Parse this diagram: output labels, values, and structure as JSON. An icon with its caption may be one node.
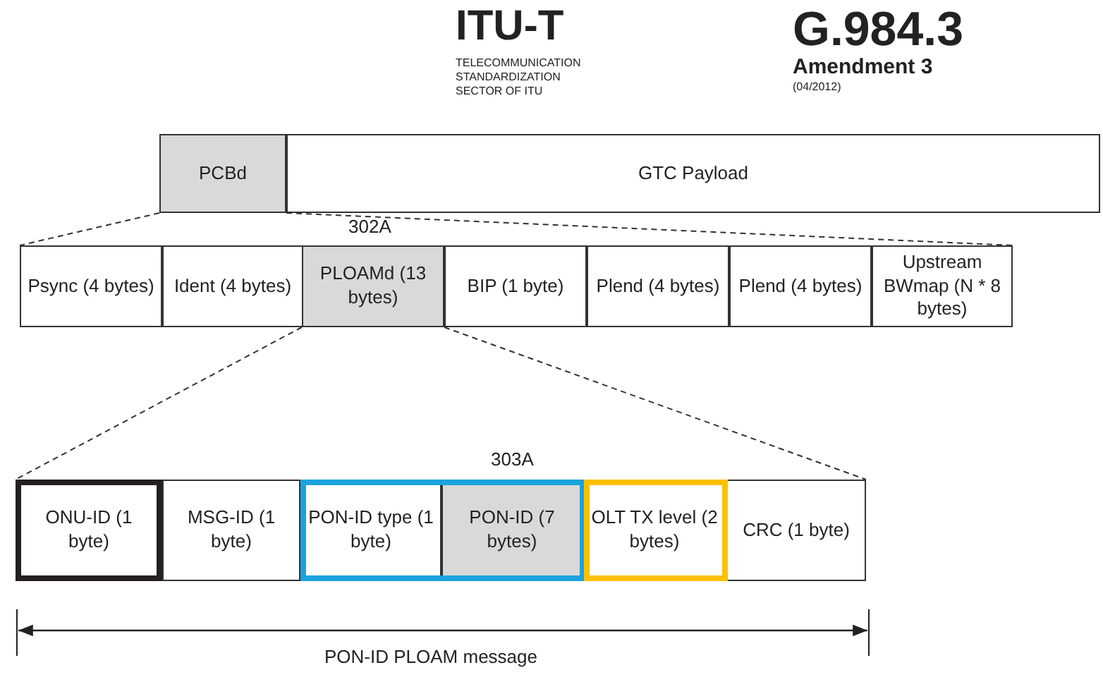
{
  "diagram": {
    "nodes": [
      {
        "text": [
          "PCBd"
        ]
      },
      {
        "text": [
          "GTC Payload"
        ]
      },
      {
        "text": [
          "Psync (4 bytes)"
        ]
      },
      {
        "text": [
          "Ident (4 bytes)"
        ]
      },
      {
        "text": [
          "PLOAMd (13 bytes)"
        ]
      },
      {
        "text": [
          "BIP (1 byte)"
        ]
      },
      {
        "text": [
          "Plend (4 bytes)"
        ]
      },
      {
        "text": [
          "Plend (4 bytes)"
        ]
      },
      {
        "text": [
          "Upstream BWmap (N * 8 bytes)"
        ]
      },
      {
        "text": [
          "ONU-ID (1 byte)"
        ]
      },
      {
        "text": [
          "MSG-ID (1 byte)"
        ]
      },
      {
        "text": [
          "PON-ID type (1 byte)"
        ]
      },
      {
        "text": [
          "PON-ID (7 bytes)"
        ]
      },
      {
        "text": [
          "OLT TX level (2 bytes)"
        ]
      },
      {
        "text": [
          "CRC (1 byte)"
        ]
      }
    ],
    "edges": [
      {
        "from": 0,
        "to": 2,
        "arrow": "none",
        "style": "dashed"
      },
      {
        "from": 0,
        "to": 8,
        "arrow": "none",
        "style": "dashed"
      },
      {
        "from": 4,
        "to": 9,
        "arrow": "none",
        "style": "dashed"
      },
      {
        "from": 4,
        "to": 14,
        "arrow": "none",
        "style": "dashed"
      }
    ],
    "labels": [
      "ITU-T",
      "TELECOMMUNICATION STANDARDIZATION SECTOR OF ITU",
      "G.984.3",
      "Amendment 3",
      "(04/2012)",
      "302A",
      "303A",
      "PON-ID PLOAM message"
    ]
  }
}
